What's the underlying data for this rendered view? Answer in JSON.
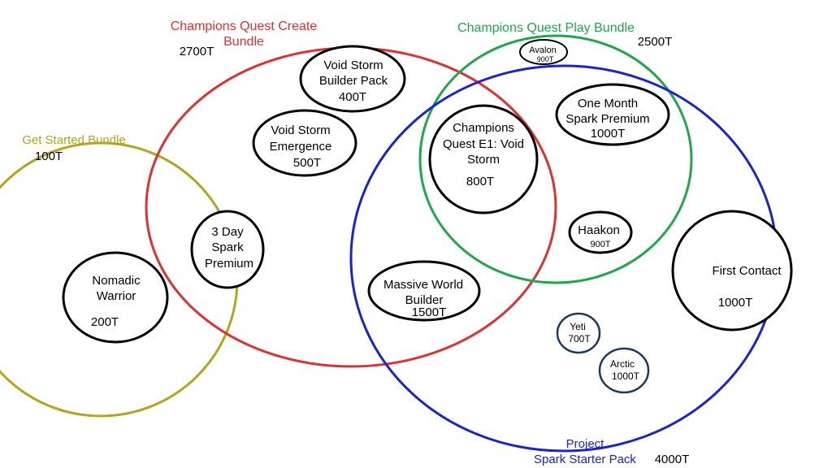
{
  "bundles": {
    "get_started": {
      "name": "Get Started Bundle",
      "price": "100T",
      "color": "#b5a41d"
    },
    "create": {
      "name_line1": "Champions Quest Create",
      "name_line2": "Bundle",
      "price": "2700T",
      "color": "#e03030"
    },
    "play": {
      "name": "Champions Quest Play Bundle",
      "price": "2500T",
      "color": "#1ea84a"
    },
    "starter": {
      "name_line1": "Project",
      "name_line2": "Spark Starter Pack",
      "price": "4000T",
      "color": "#1a22d6"
    }
  },
  "items": {
    "nomadic": {
      "line1": "Nomadic",
      "line2": "Warrior",
      "price": "200T"
    },
    "spark3": {
      "line1": "3 Day",
      "line2": "Spark",
      "line3": "Premium"
    },
    "void_pack": {
      "line1": "Void Storm",
      "line2": "Builder Pack",
      "price": "400T"
    },
    "void_emerge": {
      "line1": "Void Storm",
      "line2": "Emergence",
      "price": "500T"
    },
    "cq_e1": {
      "line1": "Champions",
      "line2": "Quest E1: Void",
      "line3": "Storm",
      "price": "800T"
    },
    "avalon": {
      "name": "Avalon",
      "price": "900T"
    },
    "month": {
      "line1": "One Month",
      "line2": "Spark Premium",
      "price": "1000T"
    },
    "haakon": {
      "name": "Haakon",
      "price": "900T"
    },
    "massive": {
      "line1": "Massive World",
      "line2": "Builder",
      "price": "1500T"
    },
    "first": {
      "name": "First Contact",
      "price": "1000T"
    },
    "yeti": {
      "name": "Yeti",
      "price": "700T"
    },
    "arctic": {
      "name": "Arctic",
      "price": "1000T"
    }
  }
}
